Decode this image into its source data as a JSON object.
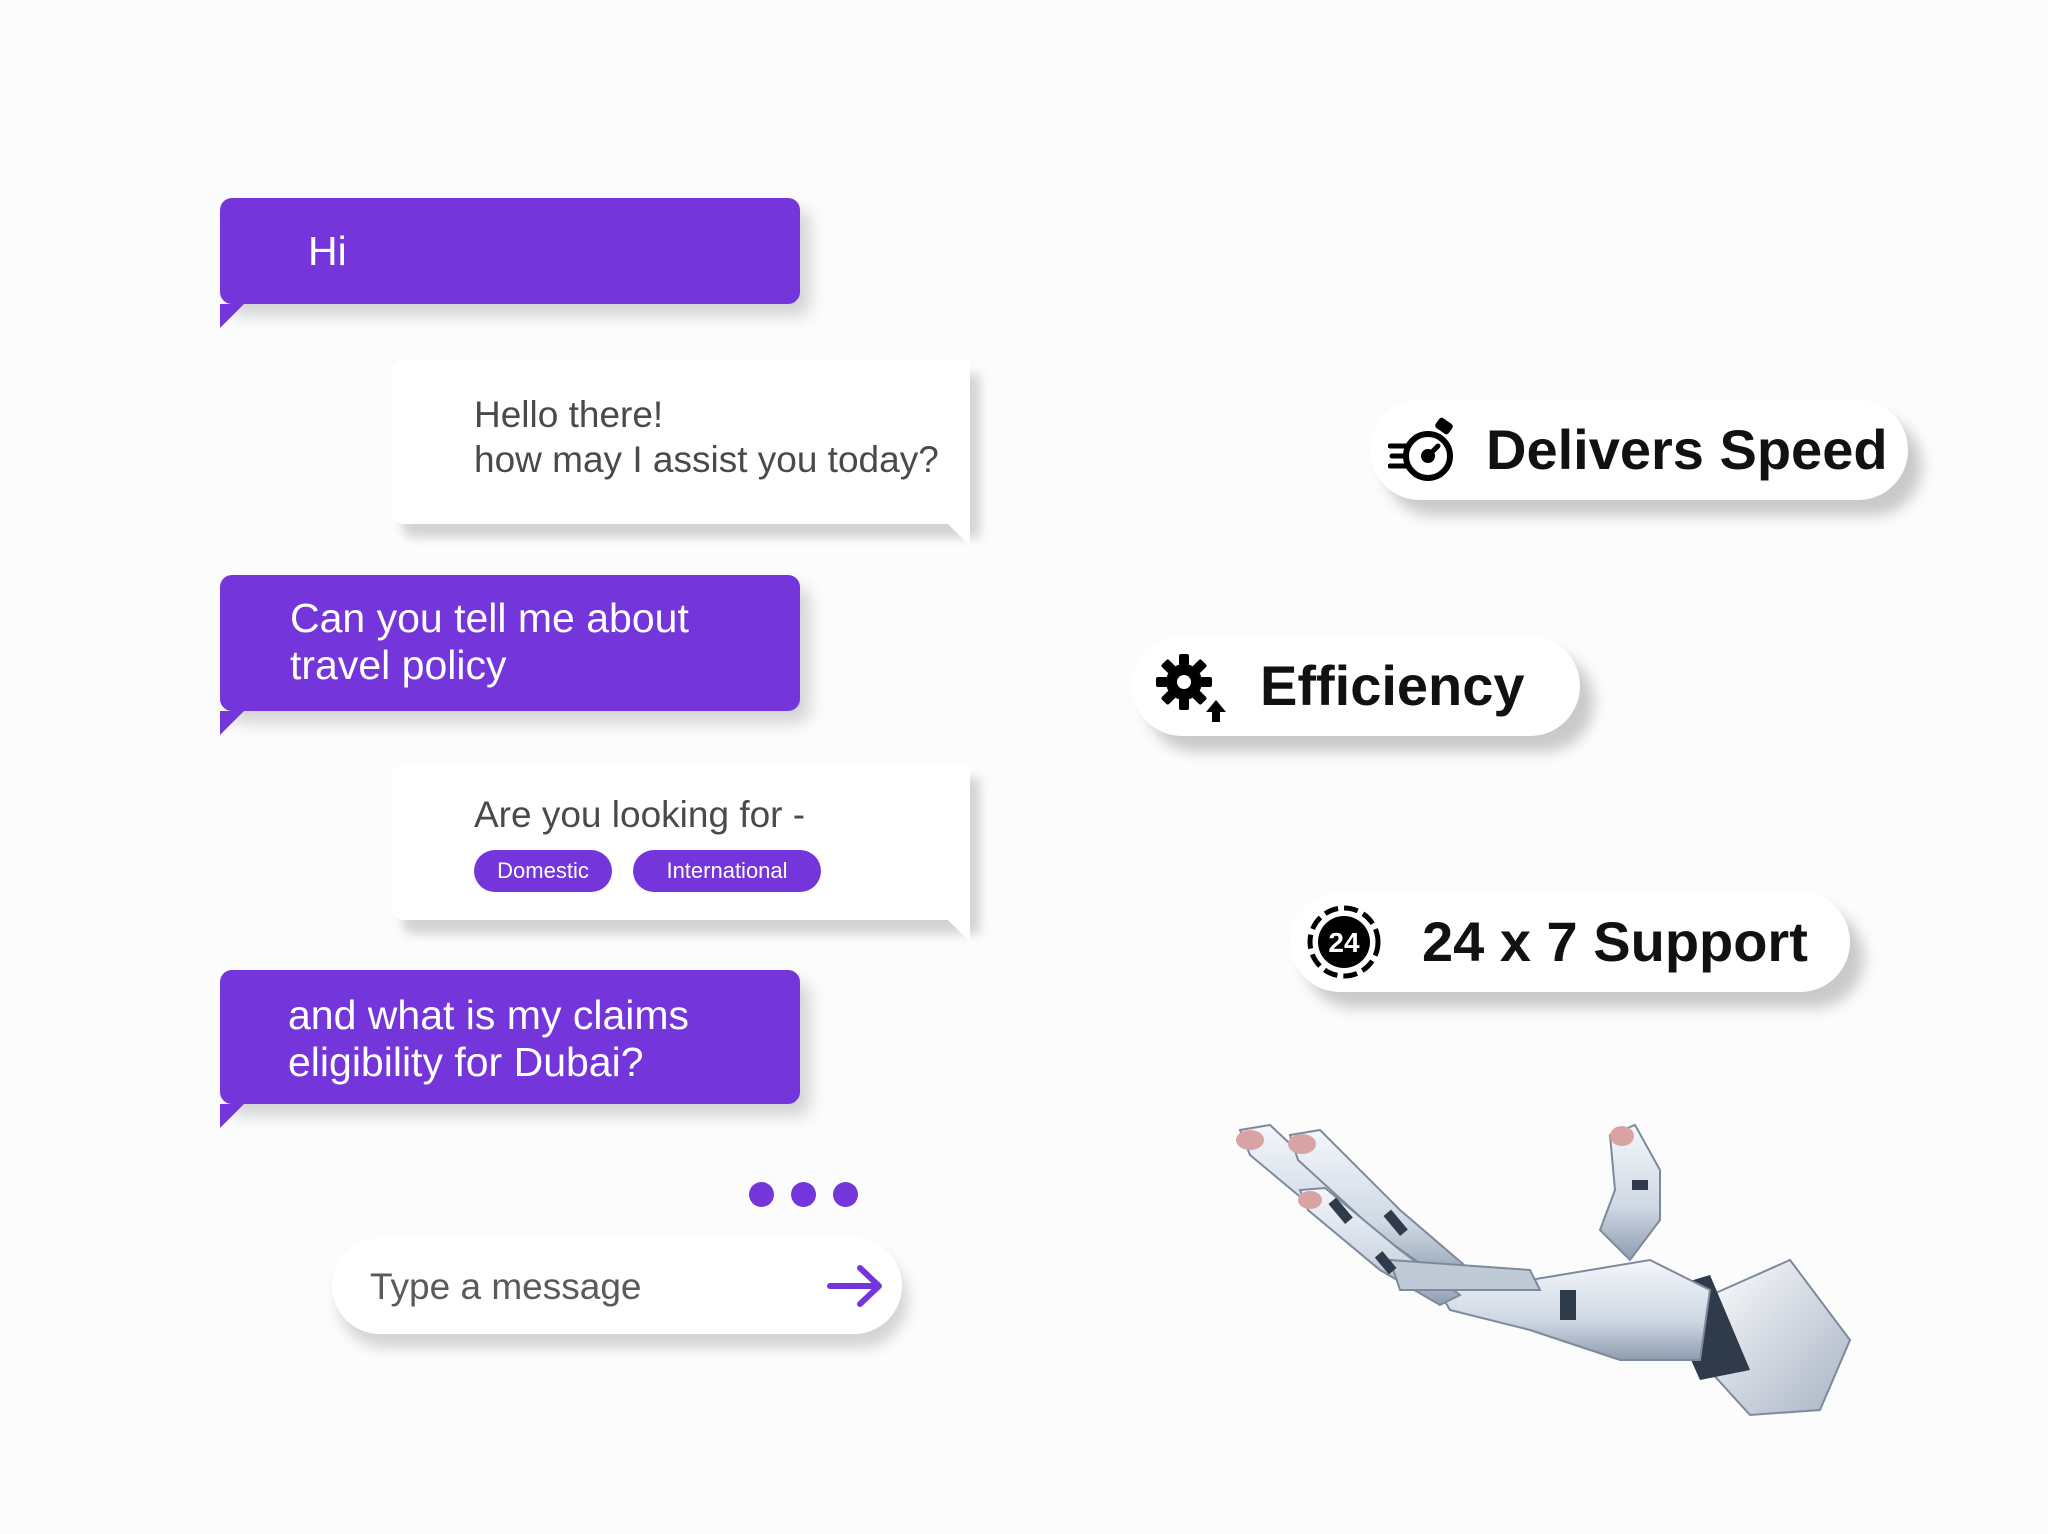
{
  "theme": {
    "accent": "#7436DB",
    "page_bg": "#FCFCFC",
    "bubble_bg": "#FFFFFF"
  },
  "chat": {
    "messages": [
      {
        "sender": "user",
        "lines": [
          "Hi"
        ]
      },
      {
        "sender": "bot",
        "lines": [
          "Hello there!",
          "how may I assist you today?"
        ]
      },
      {
        "sender": "user",
        "lines": [
          "Can you tell me about",
          "travel policy"
        ]
      },
      {
        "sender": "bot",
        "lines": [
          "Are you looking for -"
        ],
        "options": [
          "Domestic",
          "International"
        ]
      },
      {
        "sender": "user",
        "lines": [
          "and what is my claims",
          "eligibility for Dubai?"
        ]
      }
    ],
    "typing_indicator": true
  },
  "composer": {
    "placeholder": "Type a message",
    "send_icon": "arrow-right-icon"
  },
  "features": [
    {
      "label": "Delivers Speed",
      "icon": "stopwatch-speed-icon"
    },
    {
      "label": "Efficiency",
      "icon": "gear-up-icon"
    },
    {
      "label": "24 x 7 Support",
      "icon": "clock-24-icon"
    }
  ],
  "illustration": {
    "icon": "robot-hand-icon"
  }
}
